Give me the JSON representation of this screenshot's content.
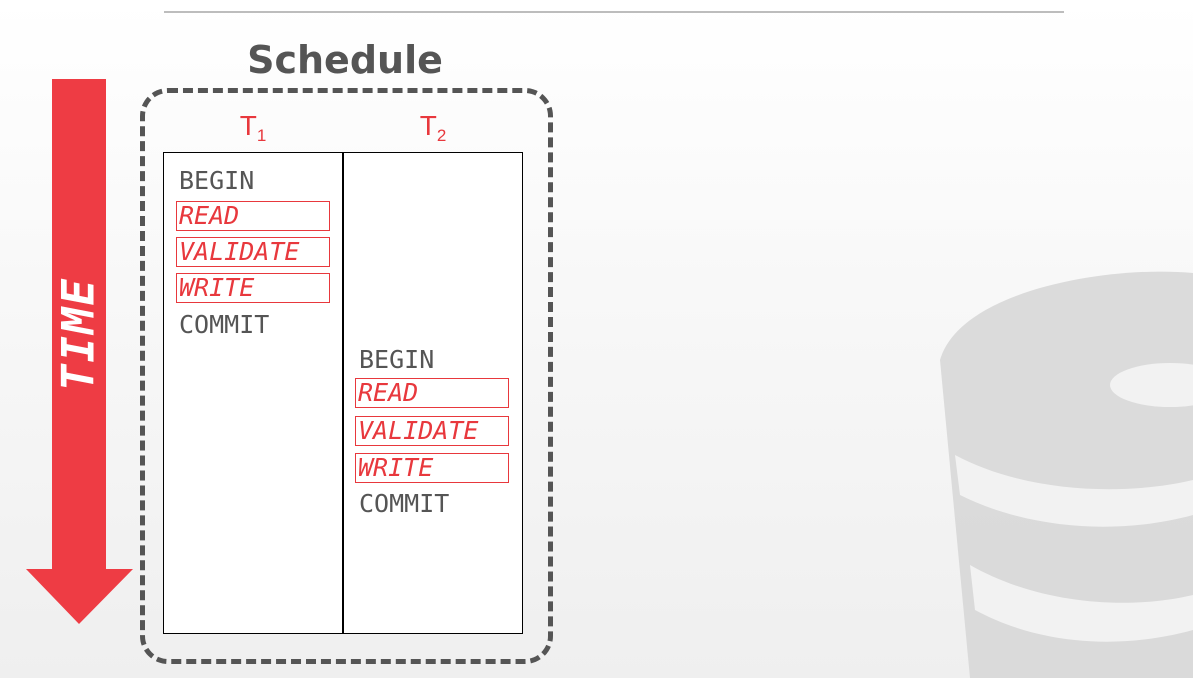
{
  "title": "Schedule",
  "time_label": "TIME",
  "colors": {
    "accent": "#e8383d",
    "text": "#555555",
    "border": "#000000"
  },
  "columns": [
    {
      "name": "T",
      "sub": "1"
    },
    {
      "name": "T",
      "sub": "2"
    }
  ],
  "t1": {
    "begin": "BEGIN",
    "read": "READ",
    "validate": "VALIDATE",
    "write": "WRITE",
    "commit": "COMMIT"
  },
  "t2": {
    "begin": "BEGIN",
    "read": "READ",
    "validate": "VALIDATE",
    "write": "WRITE",
    "commit": "COMMIT"
  },
  "icons": {
    "time_arrow": "down-arrow-icon",
    "watermark": "database-icon"
  }
}
